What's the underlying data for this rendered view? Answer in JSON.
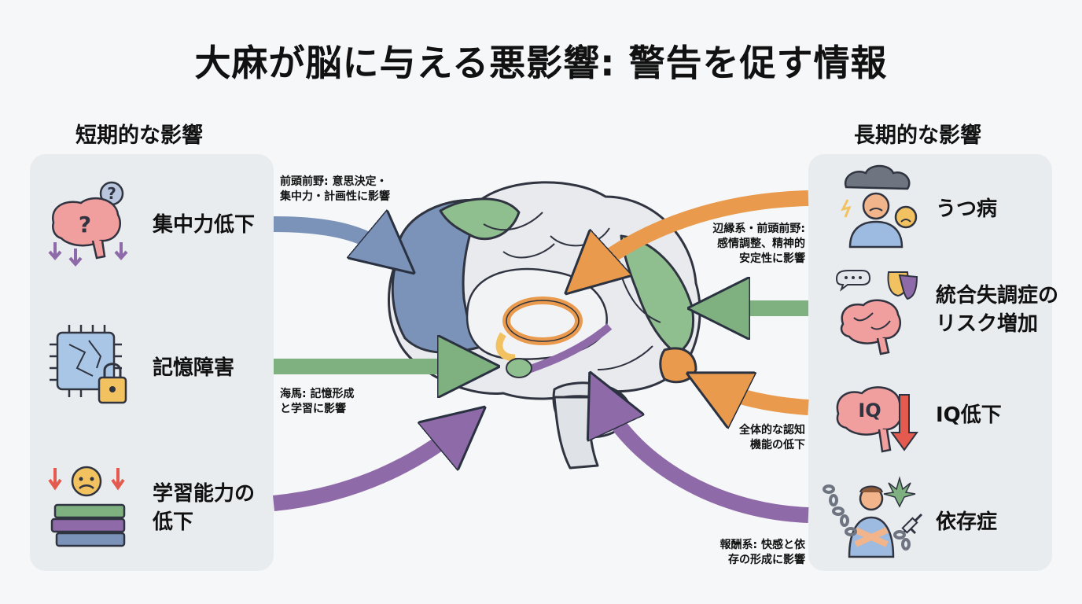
{
  "title": "大麻が脳に与える悪影響: 警告を促す情報",
  "short_term": {
    "heading": "短期的な影響",
    "items": [
      {
        "label": "集中力低下",
        "icon": "confused-brain-icon"
      },
      {
        "label": "記憶障害",
        "icon": "locked-chip-icon"
      },
      {
        "label_lines": [
          "学習能力の",
          "低下"
        ],
        "icon": "books-sad-face-icon"
      }
    ]
  },
  "long_term": {
    "heading": "長期的な影響",
    "items": [
      {
        "label": "うつ病",
        "icon": "depressed-person-cloud-icon"
      },
      {
        "label_lines": [
          "統合失調症の",
          "リスク増加"
        ],
        "icon": "brain-masks-icon"
      },
      {
        "label": "IQ低下",
        "icon": "brain-iq-down-icon",
        "icon_text": "IQ"
      },
      {
        "label": "依存症",
        "icon": "chained-person-icon"
      }
    ]
  },
  "annotations": {
    "prefrontal": [
      "前頭前野: 意思決定・",
      "集中力・計画性に影響"
    ],
    "hippocampus": [
      "海馬: 記憶形成",
      "と学習に影響"
    ],
    "limbic": [
      "辺縁系・前頭前野:",
      "感情調整、精神的",
      "安定性に影響"
    ],
    "cognition": [
      "全体的な認知",
      "機能の低下"
    ],
    "reward": [
      "報酬系: 快感と依",
      "存の形成に影響"
    ]
  },
  "colors": {
    "prefrontal_blue": "#7b93b8",
    "hippocampus_green": "#7fb07f",
    "limbic_orange": "#e99a4c",
    "reward_purple": "#8f6aa8",
    "panel": "#e9ecef"
  }
}
